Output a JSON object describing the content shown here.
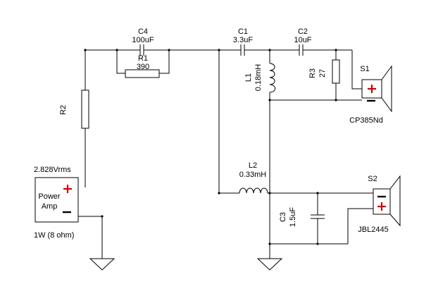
{
  "components": {
    "c4": {
      "ref": "C4",
      "value": "100uF"
    },
    "r1": {
      "ref": "R1",
      "value": "390"
    },
    "r2": {
      "ref": "R2"
    },
    "c1": {
      "ref": "C1",
      "value": "3.3uF"
    },
    "c2": {
      "ref": "C2",
      "value": "10uF"
    },
    "l1": {
      "ref": "L1",
      "value": "0.18mH"
    },
    "r3": {
      "ref": "R3",
      "value": "27"
    },
    "l2": {
      "ref": "L2",
      "value": "0.33mH"
    },
    "c3": {
      "ref": "C3",
      "value": "1.5uF"
    }
  },
  "source": {
    "voltage": "2.828Vrms",
    "name_line1": "Power",
    "name_line2": "Amp",
    "rating": "1W (8 ohm)"
  },
  "speakers": {
    "s1": {
      "ref": "S1",
      "model": "CP385Nd"
    },
    "s2": {
      "ref": "S2",
      "model": "JBL2445"
    }
  },
  "colors": {
    "plus_sign": "#d00000",
    "wire": "#000000"
  }
}
